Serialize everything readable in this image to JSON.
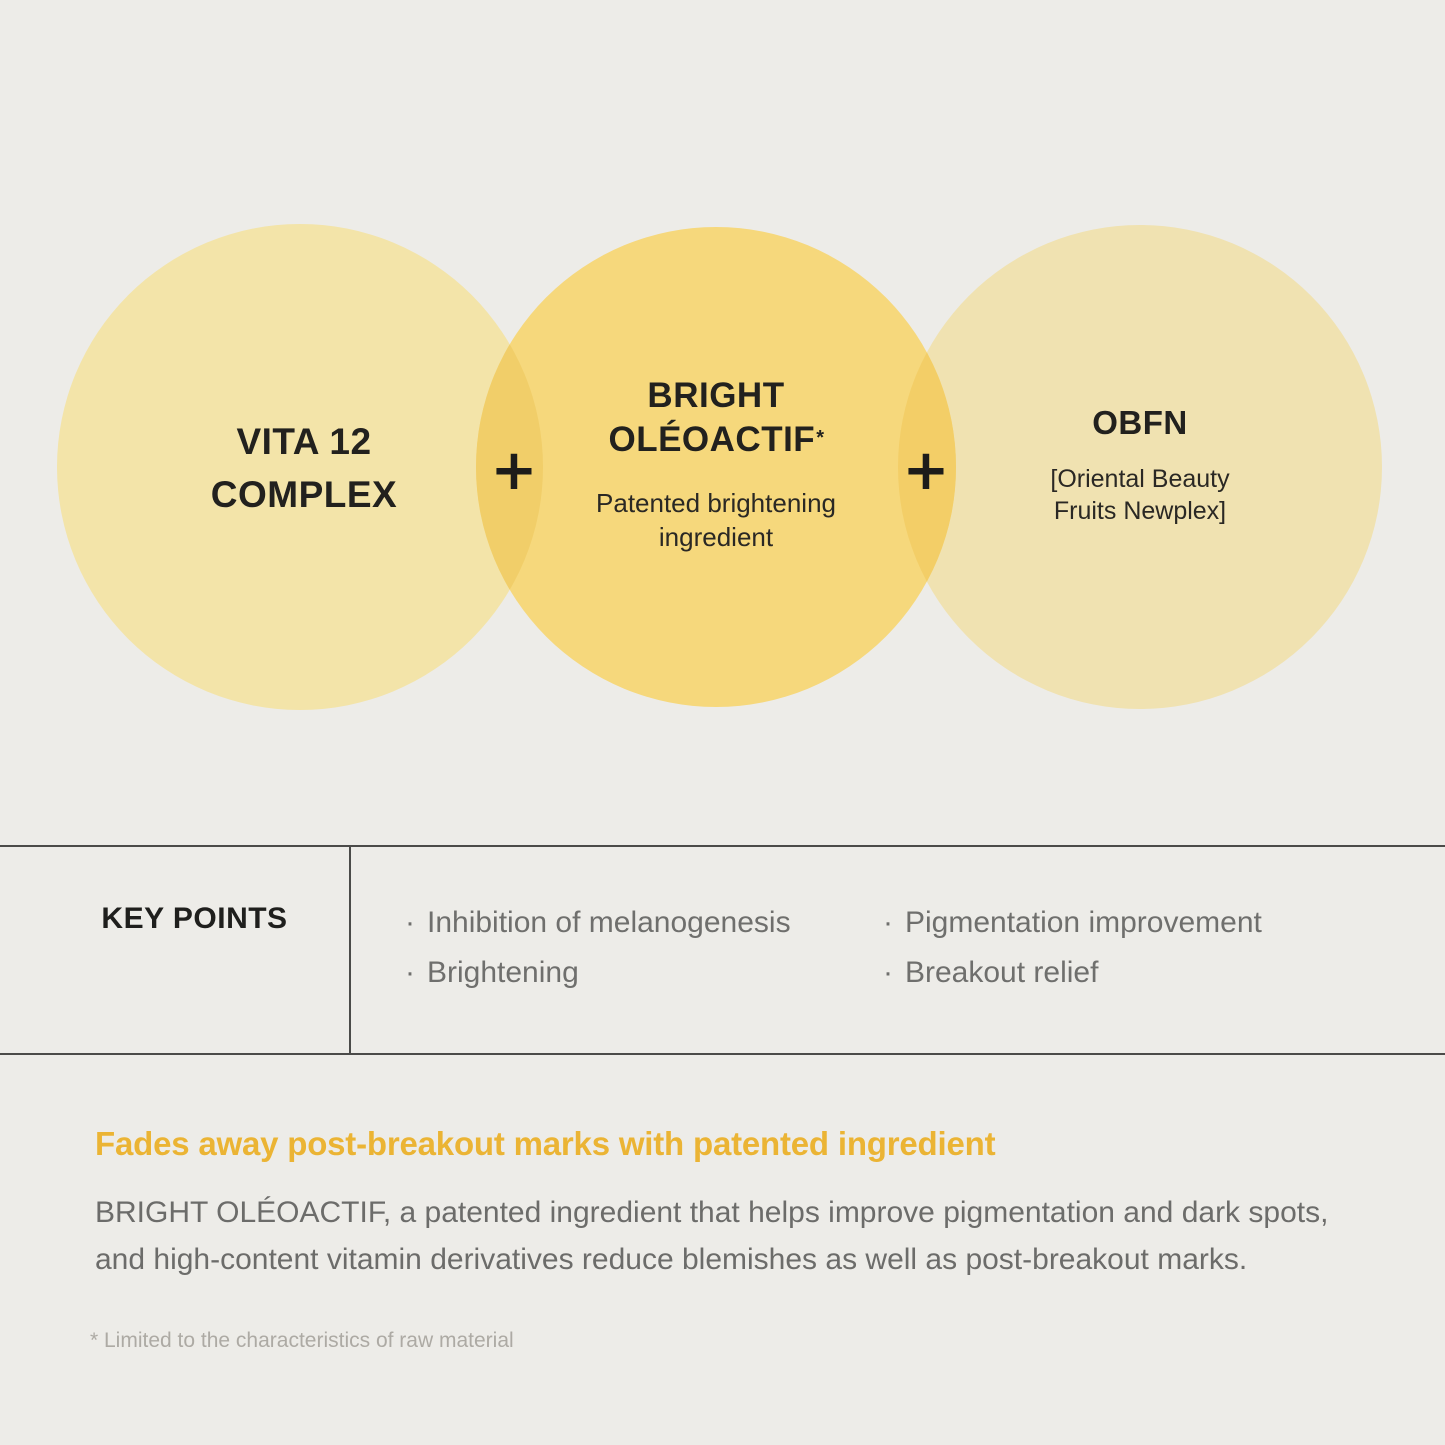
{
  "colors": {
    "background": "#EDECE8",
    "circle_left": "#F3E4A9",
    "circle_middle": "#F6D87C",
    "circle_right": "#F0E2B1",
    "overlap_left": "#F1CE69",
    "overlap_right": "#F3CE67",
    "heading_accent": "#EBB434",
    "dark_text": "#1F1F1D",
    "gray_text": "#6F6F6D",
    "footnote_text": "#ADAAA4",
    "border_line": "#4B4B49"
  },
  "venn": {
    "plus": "+",
    "circles": [
      {
        "title_lines": [
          "VITA 12",
          "COMPLEX"
        ]
      },
      {
        "title_lines": [
          "BRIGHT",
          "OLÉOACTIF"
        ],
        "asterisk": "*",
        "subtitle_lines": [
          "Patented brightening",
          "ingredient"
        ]
      },
      {
        "title": "OBFN",
        "subtitle_lines": [
          "[Oriental Beauty",
          "Fruits Newplex]"
        ]
      }
    ]
  },
  "keypoints": {
    "label": "KEY POINTS",
    "bullet": "·",
    "columns": [
      {
        "items": [
          "Inhibition of melanogenesis",
          "Brightening"
        ]
      },
      {
        "items": [
          "Pigmentation improvement",
          "Breakout relief"
        ]
      }
    ]
  },
  "bottom": {
    "heading": "Fades away post-breakout marks with patented ingredient",
    "body_lines": [
      "BRIGHT OLÉOACTIF, a patented ingredient that helps improve pigmentation and dark spots,",
      "and high-content vitamin derivatives reduce blemishes as well as post-breakout marks."
    ],
    "footnote": "* Limited to the characteristics of raw material"
  }
}
